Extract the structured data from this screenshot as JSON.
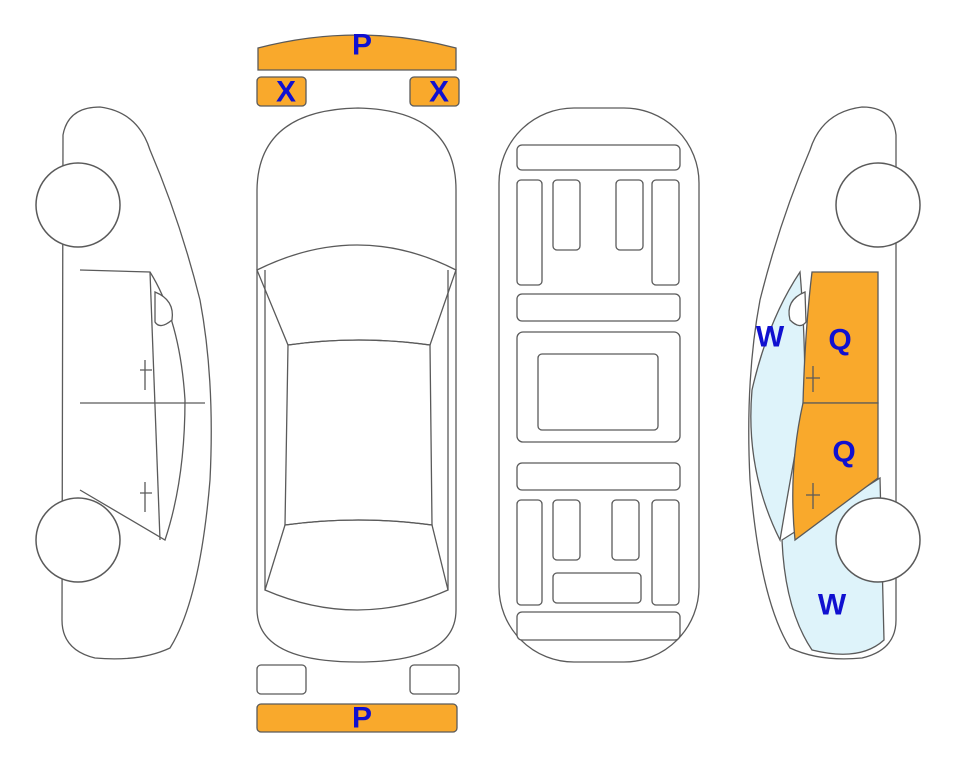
{
  "colors": {
    "damaged_fill": "#f9a92c",
    "light_fill": "#def3fa",
    "label_color": "#1010d0",
    "outline": "#5a5a5a"
  },
  "labels": {
    "front_bumper": "P",
    "front_left_light": "X",
    "front_right_light": "X",
    "rear_bumper": "P",
    "front_right_door": "Q",
    "rear_right_door": "Q",
    "right_windshield_pillar": "W",
    "right_rear_quarter": "W"
  }
}
